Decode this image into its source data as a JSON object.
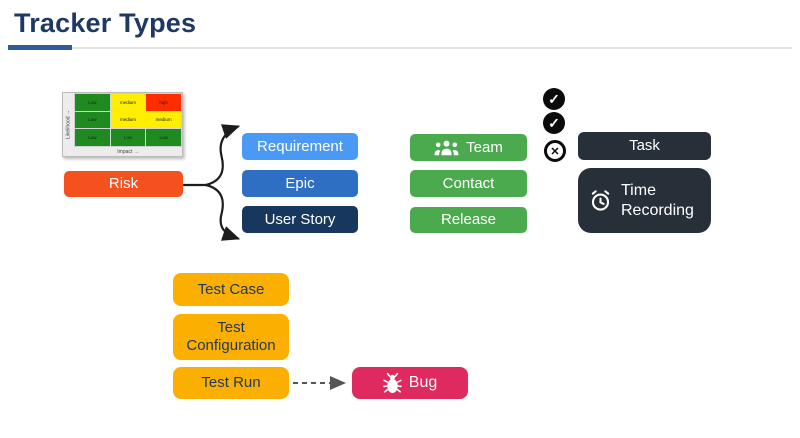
{
  "header": {
    "title": "Tracker Types"
  },
  "risk_matrix": {
    "y_axis_label": "Likelihood →",
    "x_axis_label": "Impact →",
    "cells": [
      [
        "Low",
        "medium",
        "high"
      ],
      [
        "Low",
        "medium",
        "medium"
      ],
      [
        "Low",
        "Low",
        "Low"
      ]
    ],
    "cell_levels": [
      [
        "green",
        "yellow",
        "red"
      ],
      [
        "green",
        "yellow",
        "yellow"
      ],
      [
        "green",
        "green",
        "green"
      ]
    ]
  },
  "nodes": {
    "risk": {
      "label": "Risk",
      "color": "#f4511e"
    },
    "requirement": {
      "label": "Requirement",
      "color": "#4a9af5"
    },
    "epic": {
      "label": "Epic",
      "color": "#2e6fc4"
    },
    "user_story": {
      "label": "User Story",
      "color": "#17375e"
    },
    "team": {
      "label": "Team",
      "color": "#4caa4e"
    },
    "contact": {
      "label": "Contact",
      "color": "#4caa4e"
    },
    "release": {
      "label": "Release",
      "color": "#4caa4e"
    },
    "task": {
      "label": "Task",
      "color": "#272f39"
    },
    "time_recording": {
      "label": "Time Recording",
      "color": "#272f39"
    },
    "test_case": {
      "label": "Test Case",
      "color": "#fbaf00"
    },
    "test_configuration": {
      "label": "Test Configuration",
      "color": "#fbaf00"
    },
    "test_run": {
      "label": "Test Run",
      "color": "#de2a5f"
    },
    "bug": {
      "label": "Bug",
      "color": "#de2a5f"
    }
  },
  "icons": {
    "check_circle_glyph": "✓",
    "cross_circle_glyph": "✕",
    "team_icon": "people-group",
    "time_icon": "alarm-clock",
    "bug_icon": "bug"
  },
  "colors": {
    "title": "#1f3864",
    "accent_underline": "#2e5b9b",
    "matrix_green": "#1f8a1f",
    "matrix_yellow": "#ffee00",
    "matrix_red": "#fe2d00",
    "arrow": "#1c1c1c",
    "dashed_arrow": "#555555"
  }
}
